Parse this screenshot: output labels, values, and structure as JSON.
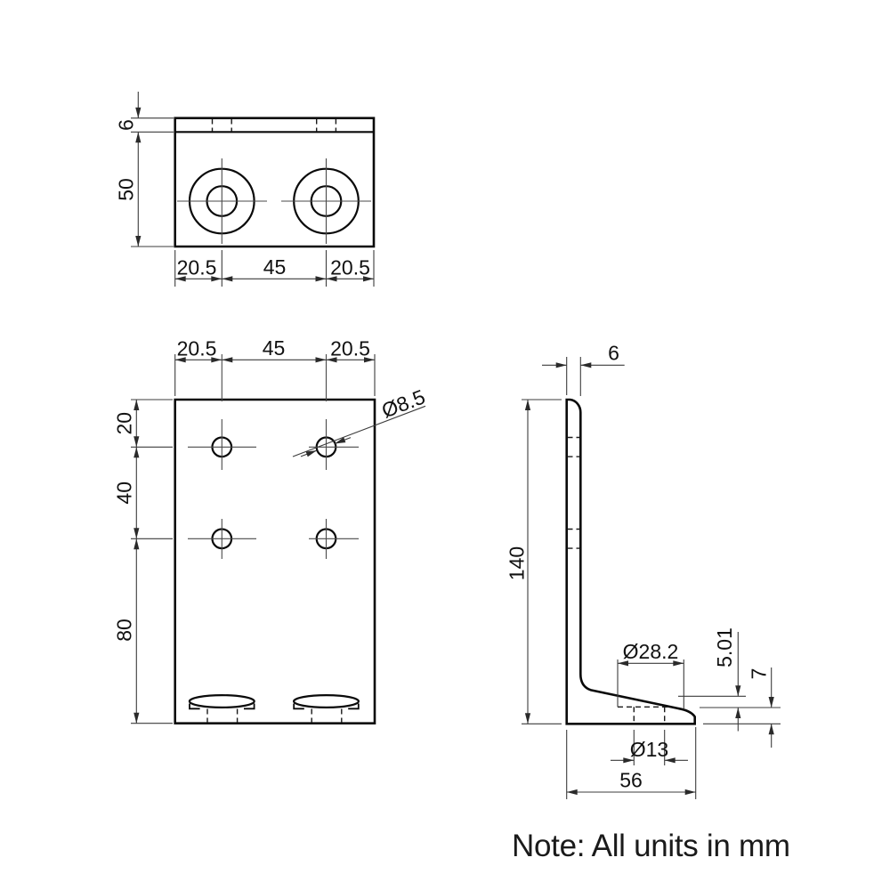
{
  "note": "Note: All units in mm",
  "dimensions": {
    "top_view": {
      "flange_thickness": "6",
      "plate_height": "50",
      "left_margin": "20.5",
      "hole_spacing": "45",
      "right_margin": "20.5"
    },
    "front_view": {
      "left_margin": "20.5",
      "hole_spacing": "45",
      "right_margin": "20.5",
      "first_row_offset": "20",
      "row_spacing": "40",
      "bottom_span": "80",
      "hole_diameter": "Ø8.5"
    },
    "side_view": {
      "wall_thickness": "6",
      "height": "140",
      "counterbore_diameter": "Ø28.2",
      "counterbore_depth": "5.01",
      "tip_thickness": "7",
      "hole_diameter": "Ø13",
      "base_width": "56"
    }
  }
}
